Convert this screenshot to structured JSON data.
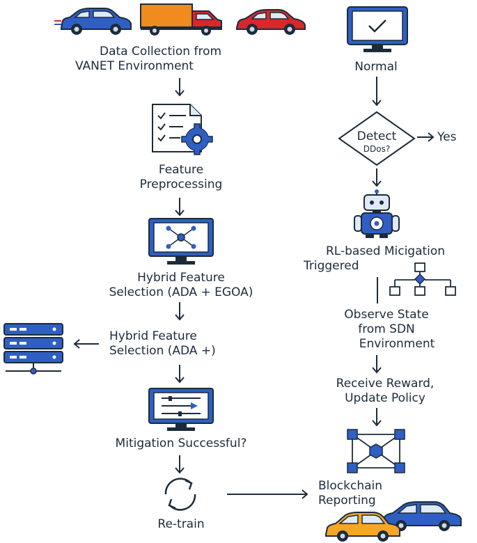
{
  "left_flow": {
    "data_collection": [
      "Data Collection from",
      "VANET Environment"
    ],
    "preprocessing": [
      "Feature",
      "Preprocessing"
    ],
    "hybrid_selection_1": [
      "Hybrid Feature",
      "Selection (ADA + EGOA)"
    ],
    "hybrid_selection_2": [
      "Hybrid Feature",
      "Selection (ADA +)"
    ],
    "mitigation_question": "Mitigation Successful?",
    "retrain": "Re-train"
  },
  "right_flow": {
    "normal": "Normal",
    "detect": [
      "Detect",
      "DDos?"
    ],
    "yes": "Yes",
    "rl_mitigation": [
      "RL-based Micigation",
      "Triggered"
    ],
    "observe_state": [
      "Observe State",
      "from SDN",
      "Environment"
    ],
    "receive_reward": [
      "Receive Reward,",
      "Update Policy"
    ],
    "blockchain": [
      "Blockchain",
      "Reporting"
    ]
  },
  "colors": {
    "ink": "#1c2b3b",
    "blue": "#2f5fc4",
    "light_blue": "#dfe9f8",
    "orange": "#f08c1e",
    "red": "#d8282a",
    "yellow": "#f5a623"
  },
  "icons": [
    "blue-car-icon",
    "orange-truck-icon",
    "red-car-icon",
    "checklist-gear-icon",
    "monitor-network-icon",
    "server-stack-icon",
    "monitor-sliders-icon",
    "refresh-cycle-icon",
    "monitor-check-icon",
    "robot-icon",
    "flowchart-icon",
    "blockchain-network-icon",
    "blue-car-bottom-icon",
    "yellow-car-icon"
  ]
}
